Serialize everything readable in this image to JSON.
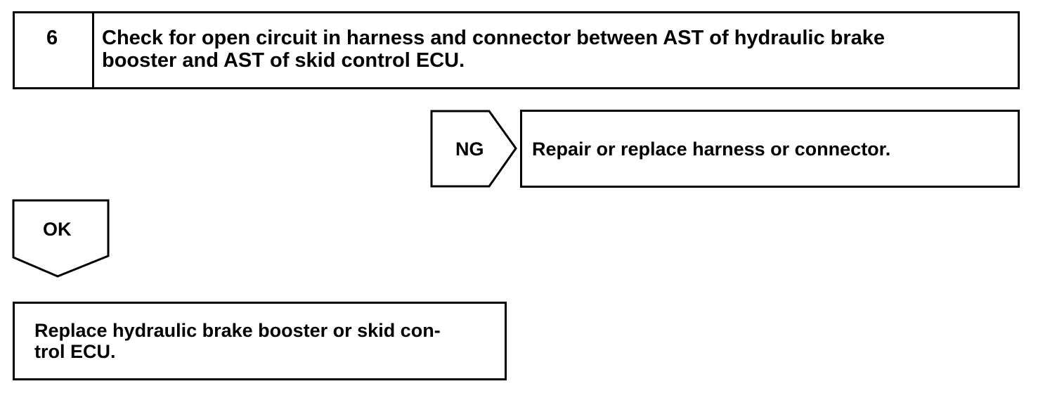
{
  "step": {
    "number": "6",
    "title_line1": "Check for open circuit in harness and connector between AST of hydraulic brake",
    "title_line2": "booster and AST of skid control ECU."
  },
  "ng_branch": {
    "label": "NG",
    "action": "Repair or replace harness or connector."
  },
  "ok_branch": {
    "label": "OK",
    "action_line1": "Replace hydraulic brake booster or skid con-",
    "action_line2": "trol ECU."
  }
}
